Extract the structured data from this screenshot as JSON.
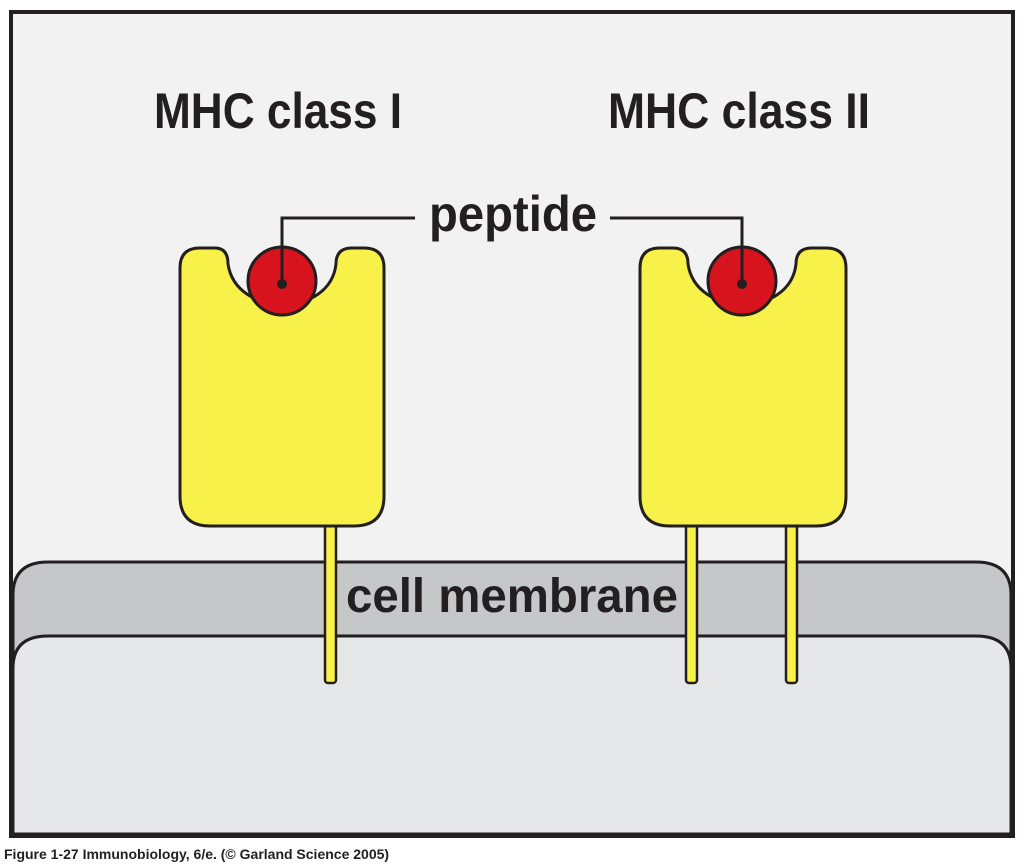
{
  "labels": {
    "class1": "MHC class I",
    "class2": "MHC class II",
    "peptide": "peptide",
    "membrane": "cell membrane"
  },
  "caption": "Figure 1-27  Immunobiology, 6/e. (© Garland Science 2005)",
  "colors": {
    "frame_border": "#231f20",
    "background": "#f2f2f2",
    "membrane": "#c6c7c9",
    "cytoplasm": "#e6e7e8",
    "mhc_fill": "#f8f14a",
    "peptide_fill": "#d7141e",
    "text": "#231f20"
  }
}
